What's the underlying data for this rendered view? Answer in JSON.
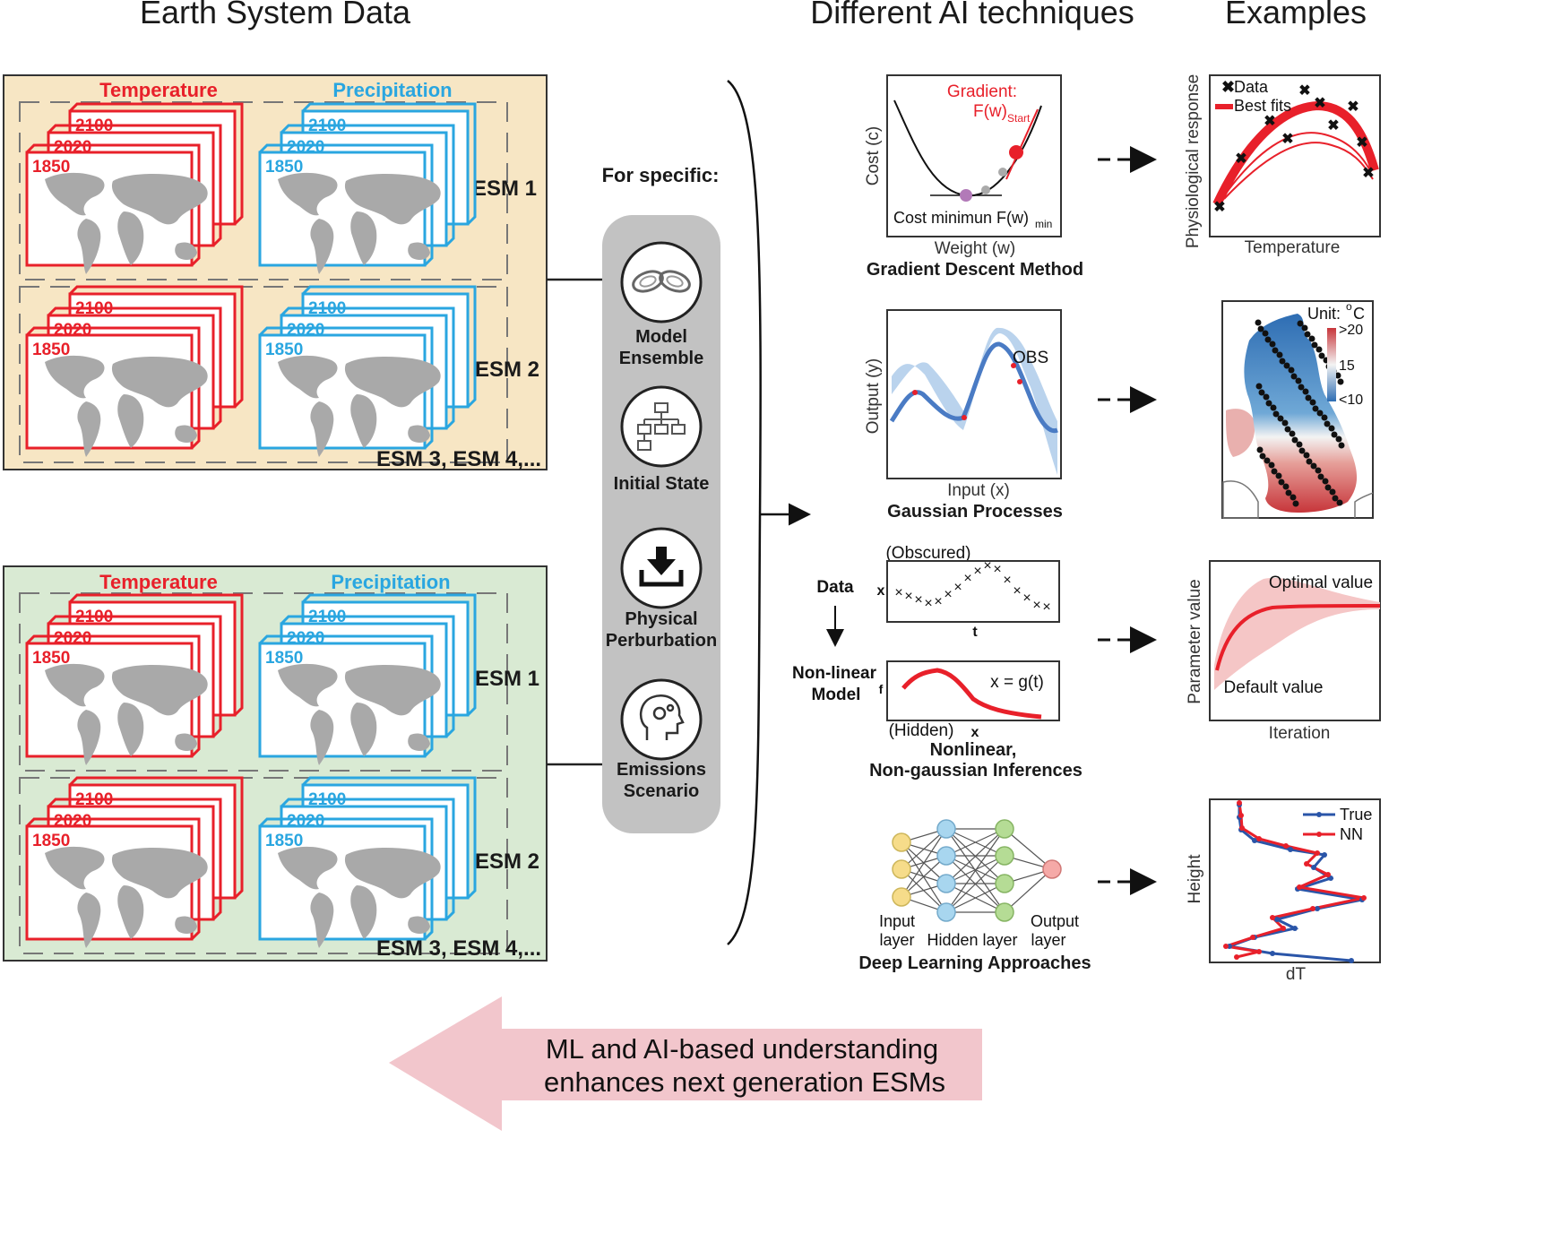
{
  "headers": {
    "left": "Earth System Data",
    "middle": "Different AI techniques",
    "right": "Examples"
  },
  "data_panels": {
    "temperature_label": "Temperature",
    "precipitation_label": "Precipitation",
    "years": [
      "2100",
      "2020",
      "1850"
    ],
    "esm1": "ESM 1",
    "esm2": "ESM 2",
    "esm_more": "ESM 3, ESM 4,...",
    "colors": {
      "top_bg": "#f7e6c4",
      "bottom_bg": "#d9ead3",
      "temp": "#e8202a",
      "precip": "#2aa6e0"
    }
  },
  "specific": {
    "title": "For specific:",
    "items": [
      {
        "label1": "Model",
        "label2": "Ensemble",
        "icon": "butterfly-attractor-icon"
      },
      {
        "label1": "Initial State",
        "label2": "",
        "icon": "flowchart-icon"
      },
      {
        "label1": "Physical",
        "label2": "Perburbation",
        "icon": "download-tray-icon"
      },
      {
        "label1": "Emissions",
        "label2": "Scenario",
        "icon": "head-gears-icon"
      }
    ]
  },
  "techniques": {
    "gradient": {
      "title": "Gradient Descent Method",
      "ylabel": "Cost (c)",
      "xlabel": "Weight (w)",
      "gradient_label": "Gradient:",
      "start_label": "F(w)",
      "start_sub": "Start",
      "min_label": "Cost minimun F(w)",
      "min_sub": "min"
    },
    "gaussian": {
      "title": "Gaussian Processes",
      "ylabel": "Output (y)",
      "xlabel": "Input (x)",
      "obs_label": "OBS"
    },
    "nonlinear": {
      "title1": "Nonlinear,",
      "title2": "Non-gaussian Inferences",
      "obscured": "(Obscured)",
      "hidden": "(Hidden)",
      "data_label": "Data",
      "model_label1": "Non-linear",
      "model_label2": "Model",
      "x_axis": "x",
      "t_axis": "t",
      "f_axis": "f",
      "x2_axis": "x",
      "equation": "x = g(t)"
    },
    "deep": {
      "title": "Deep Learning Approaches",
      "input1": "Input",
      "input2": "layer",
      "hidden": "Hidden layer",
      "output1": "Output",
      "output2": "layer"
    }
  },
  "examples": {
    "physio": {
      "ylabel": "Physiological response",
      "xlabel": "Temperature",
      "legend_data": "Data",
      "legend_fit": "Best fits"
    },
    "uk_map": {
      "unit_label": "Unit:",
      "unit_sup": "o",
      "unit_c": "C",
      "scale_ticks": [
        ">20",
        "15",
        "<10"
      ]
    },
    "parameter": {
      "ylabel": "Parameter value",
      "xlabel": "Iteration",
      "optimal": "Optimal value",
      "default": "Default value"
    },
    "profile": {
      "ylabel": "Height",
      "xlabel": "dT",
      "legend_true": "True",
      "legend_nn": "NN"
    }
  },
  "banner": {
    "line1": "ML and AI-based understanding",
    "line2": "enhances next generation ESMs",
    "color": "#f2c6cc"
  }
}
